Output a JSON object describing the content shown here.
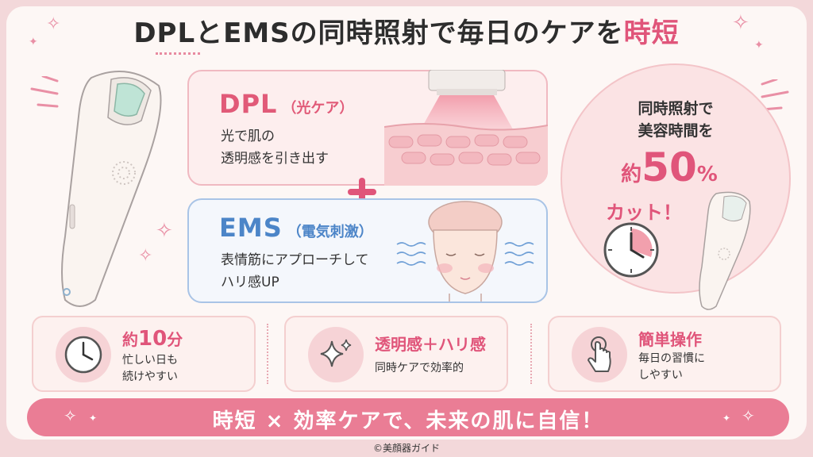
{
  "title": {
    "main": "DPLとEMSの同時照射で毎日のケアを",
    "accent": "時短"
  },
  "dpl": {
    "name": "DPL",
    "sub": "（光ケア）",
    "line1": "光で肌の",
    "line2": "透明感を引き出す"
  },
  "ems": {
    "name": "EMS",
    "sub": "（電気刺激）",
    "line1": "表情筋にアプローチして",
    "line2": "ハリ感UP"
  },
  "circle": {
    "line1": "同時照射で",
    "line2": "美容時間を",
    "prefix": "約",
    "percent": "50",
    "unit": "%",
    "line4": "カット！"
  },
  "features": [
    {
      "title_prefix": "約",
      "title_num": "10",
      "title_suffix": "分",
      "line1": "忙しい日も",
      "line2": "続けやすい",
      "icon": "clock-icon"
    },
    {
      "title": "透明感＋ハリ感",
      "line1": "同時ケアで効率的",
      "icon": "sparkle-icon"
    },
    {
      "title": "簡単操作",
      "line1": "毎日の習慣に",
      "line2": "しやすい",
      "icon": "hand-tap-icon"
    }
  ],
  "banner": "時短 × 効率ケアで、未来の肌に自信！",
  "credit": "©美顔器ガイド",
  "colors": {
    "accent": "#e0557a",
    "blue": "#4c85c8",
    "banner": "#ea7d95",
    "background": "#fdf7f5"
  }
}
